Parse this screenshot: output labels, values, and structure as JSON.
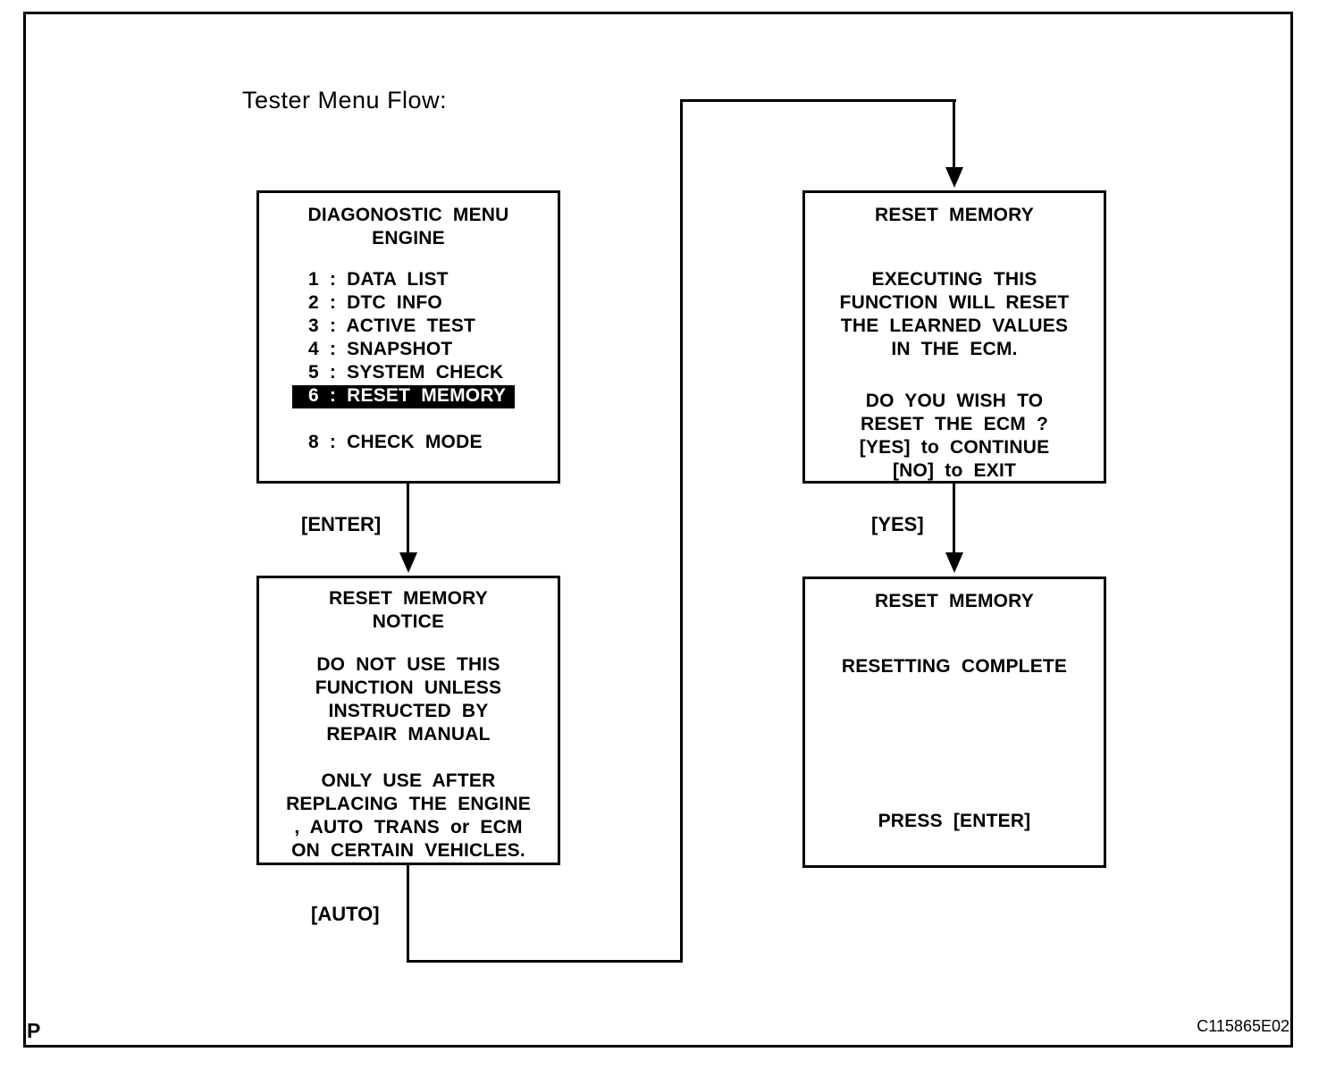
{
  "title": "Tester Menu Flow:",
  "page": {
    "marker": "P",
    "figure_code": "C115865E02"
  },
  "transition_labels": {
    "enter": "[ENTER]",
    "yes": "[YES]",
    "auto": "[AUTO]"
  },
  "screens": {
    "diagnostic_menu": {
      "header_lines": [
        "DIAGONOSTIC MENU",
        "ENGINE"
      ],
      "items": [
        "1 : DATA LIST",
        "2 : DTC INFO",
        "3 : ACTIVE TEST",
        "4 : SNAPSHOT",
        "5 : SYSTEM CHECK",
        "6 : RESET MEMORY"
      ],
      "selected_index": 5,
      "check_mode_item": "8 : CHECK MODE"
    },
    "reset_memory_confirm": {
      "title": "RESET MEMORY",
      "body_lines": [
        "EXECUTING THIS",
        "FUNCTION WILL RESET",
        "THE LEARNED VALUES",
        "IN THE ECM."
      ],
      "question_lines": [
        "DO YOU WISH TO",
        "RESET THE ECM ?",
        "[YES] to CONTINUE",
        "[NO] to EXIT"
      ]
    },
    "reset_memory_notice": {
      "title_lines": [
        "RESET MEMORY",
        "NOTICE"
      ],
      "warning_lines": [
        "DO NOT USE THIS",
        "FUNCTION UNLESS",
        "INSTRUCTED BY",
        "REPAIR MANUAL"
      ],
      "usage_lines": [
        "ONLY USE AFTER",
        "REPLACING THE ENGINE",
        ", AUTO TRANS or ECM",
        "ON CERTAIN VEHICLES."
      ]
    },
    "reset_memory_complete": {
      "title": "RESET MEMORY",
      "status": "RESETTING COMPLETE",
      "prompt": "PRESS [ENTER]"
    }
  }
}
